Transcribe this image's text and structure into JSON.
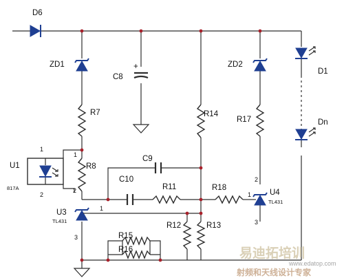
{
  "labels": {
    "D6": "D6",
    "ZD1": "ZD1",
    "C8": "C8",
    "ZD2": "ZD2",
    "D1": "D1",
    "Dn": "Dn",
    "R7": "R7",
    "R14": "R14",
    "R17": "R17",
    "U1": "U1",
    "U1_part": "817A",
    "R8": "R8",
    "C9": "C9",
    "C10": "C10",
    "R11": "R11",
    "R18": "R18",
    "U4": "U4",
    "U4_part": "TL431",
    "U3": "U3",
    "U3_part": "TL431",
    "R12": "R12",
    "R13": "R13",
    "R15": "R15",
    "R16": "R16",
    "cap_plus": "+"
  },
  "pins": {
    "u1_1": "1",
    "u1_2": "2",
    "u1_right_1": "1",
    "u1_right_2": "2",
    "u3_1": "1",
    "u3_3": "3",
    "u4_1": "1",
    "u4_2": "2",
    "u4_3": "3"
  },
  "watermark": {
    "brand": "易迪拓培训",
    "slogan": "射频和天线设计专家",
    "url": "www.edatop.com"
  },
  "colors": {
    "wire": "#2e2e2e",
    "component": "#1f3f92",
    "junction": "#a8202a"
  }
}
